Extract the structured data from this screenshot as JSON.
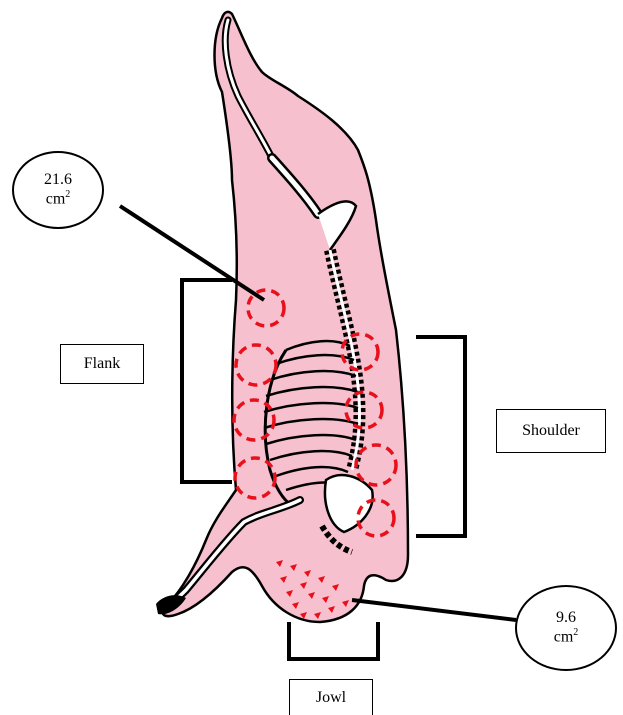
{
  "colors": {
    "carcass_fill": "#f7c0cf",
    "outline": "#000000",
    "swab_marker": "#e8101a",
    "bone_fill": "#ffffff"
  },
  "labels": {
    "flank": "Flank",
    "shoulder": "Shoulder",
    "jowl": "Jowl"
  },
  "areas": {
    "top": {
      "value": "21.6",
      "unit": "cm",
      "exp": "2"
    },
    "bottom": {
      "value": "9.6",
      "unit": "cm",
      "exp": "2"
    }
  }
}
